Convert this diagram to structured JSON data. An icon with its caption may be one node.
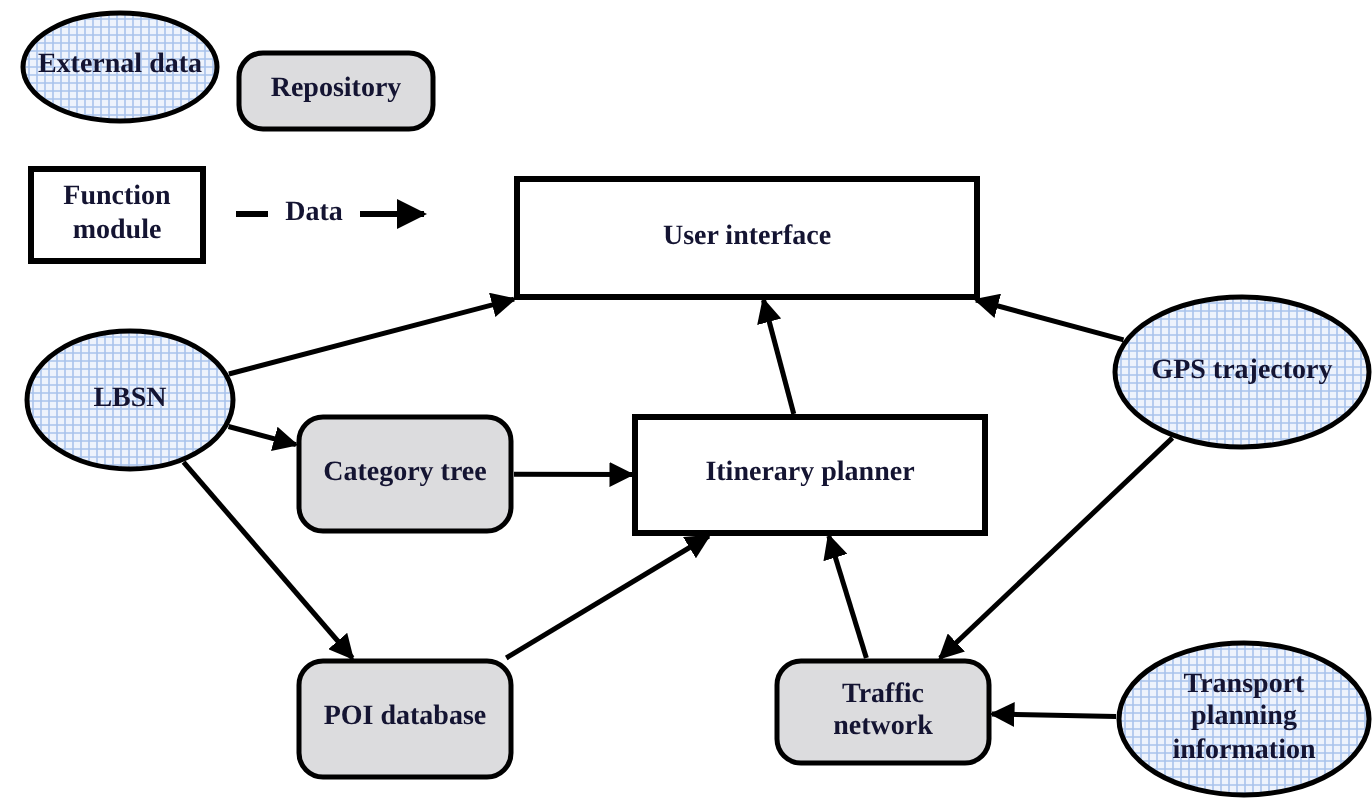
{
  "diagram": {
    "nodes": [
      {
        "text": [
          "LBSN"
        ]
      },
      {
        "text": [
          "User interface"
        ]
      },
      {
        "text": [
          "GPS trajectory"
        ]
      },
      {
        "text": [
          "Category tree"
        ]
      },
      {
        "text": [
          "Itinerary planner"
        ]
      },
      {
        "text": [
          "POI database"
        ]
      },
      {
        "text": [
          "Traffic network"
        ]
      },
      {
        "text": [
          "Transport planning information"
        ]
      }
    ],
    "edges": [
      {
        "from": 0,
        "to": 1,
        "arrow": "to"
      },
      {
        "from": 2,
        "to": 1,
        "arrow": "to"
      },
      {
        "from": 4,
        "to": 1,
        "arrow": "to"
      },
      {
        "from": 0,
        "to": 3,
        "arrow": "to"
      },
      {
        "from": 3,
        "to": 4,
        "arrow": "to"
      },
      {
        "from": 0,
        "to": 5,
        "arrow": "to"
      },
      {
        "from": 5,
        "to": 4,
        "arrow": "to"
      },
      {
        "from": 6,
        "to": 4,
        "arrow": "to"
      },
      {
        "from": 2,
        "to": 6,
        "arrow": "to"
      },
      {
        "from": 7,
        "to": 6,
        "arrow": "to"
      }
    ],
    "legend": [
      {
        "text": "External data"
      },
      {
        "text": "Repository"
      },
      {
        "text": "Function module"
      },
      {
        "text": "Data"
      }
    ]
  }
}
